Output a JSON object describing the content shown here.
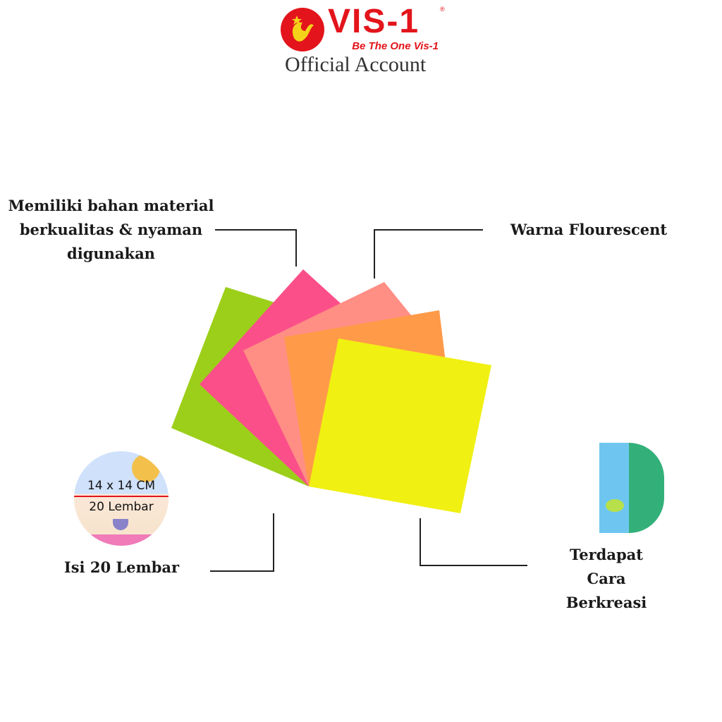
{
  "logo": {
    "brand": "VIS-1",
    "registered": "®",
    "tagline": "Be The One Vis-1",
    "subtitle": "Official Account"
  },
  "features": {
    "material": "Memiliki bahan material berkualitas & nyaman digunakan",
    "color": "Warna Flourescent",
    "count": "Isi 20 Lembar",
    "guide": "Terdapat Cara Berkreasi"
  },
  "badge": {
    "size": "14 x 14 CM",
    "sheets": "20 Lembar"
  },
  "colors": {
    "green": "#9ccf1a",
    "pink": "#fb4f8a",
    "salmon": "#ff8e84",
    "orange": "#ff9a48",
    "yellow": "#f0f013",
    "brand_red": "#e3141b"
  }
}
